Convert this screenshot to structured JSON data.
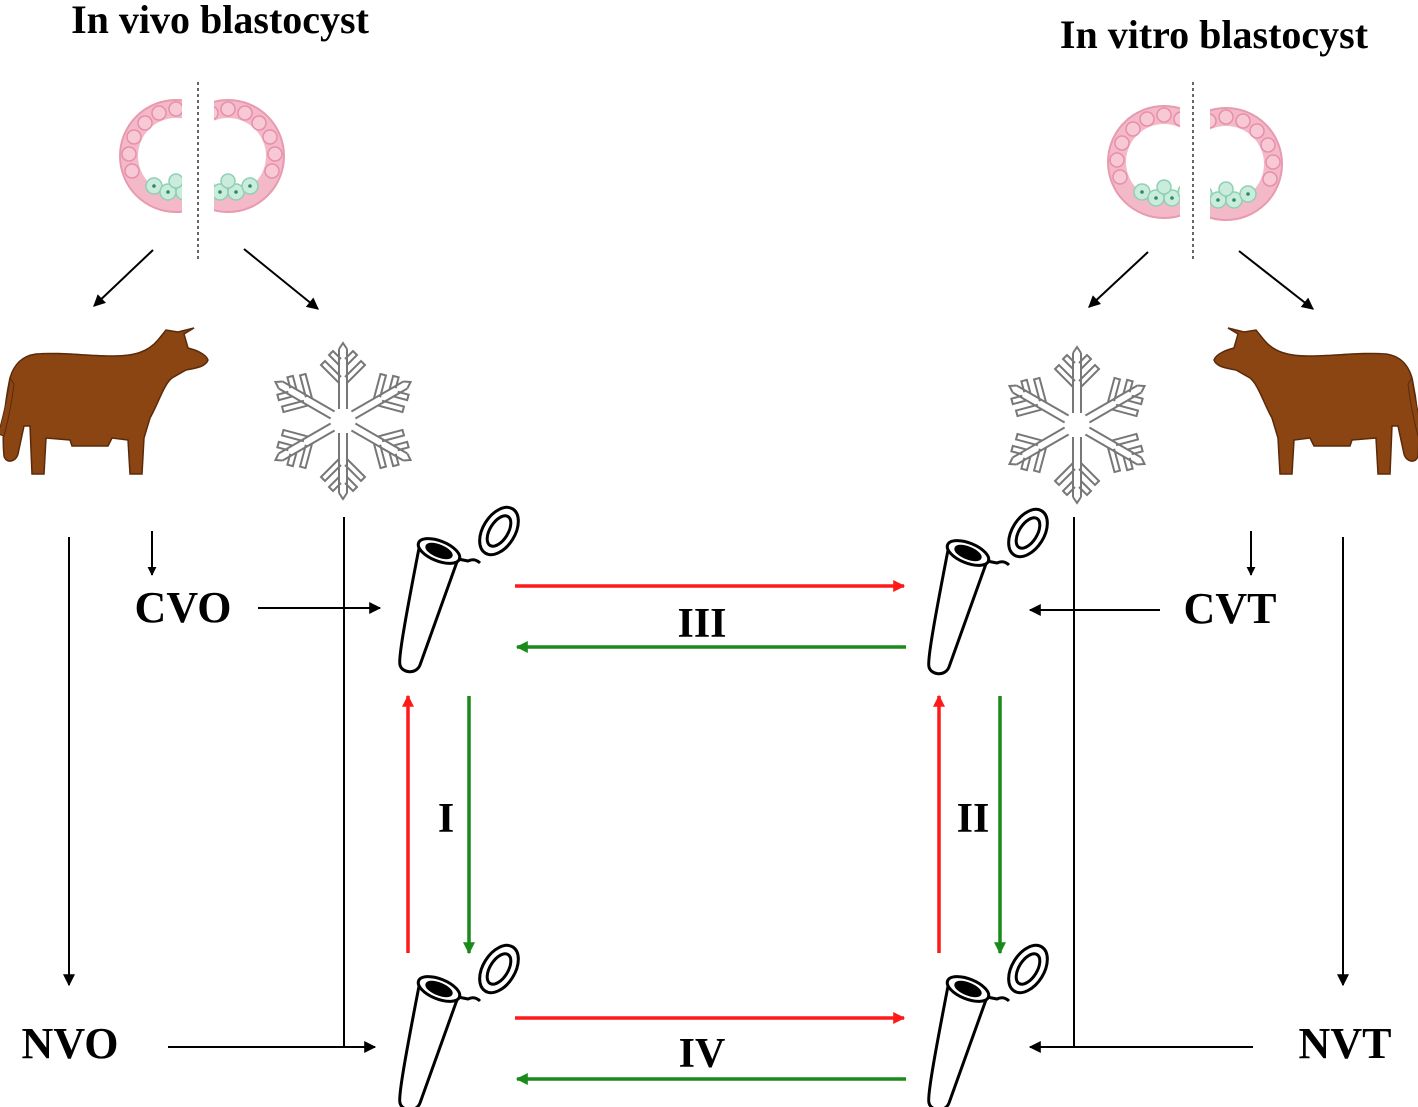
{
  "titles": {
    "left": "In vivo blastocyst",
    "right": "In vitro blastocyst"
  },
  "groups": {
    "cvo": "CVO",
    "nvo": "NVO",
    "cvt": "CVT",
    "nvt": "NVT"
  },
  "comparisons": {
    "c1": "I",
    "c2": "II",
    "c3": "III",
    "c4": "IV"
  },
  "colors": {
    "cow": "#8B4513",
    "up_arrow": "#ff1a1a",
    "down_arrow": "#1a8a1a",
    "blastocyst": "#f3b9c9",
    "icm": "#bfe6d6",
    "ink": "#000000"
  },
  "icons": [
    "blastocyst-icon",
    "cow-icon",
    "snowflake-icon",
    "tube-icon"
  ]
}
